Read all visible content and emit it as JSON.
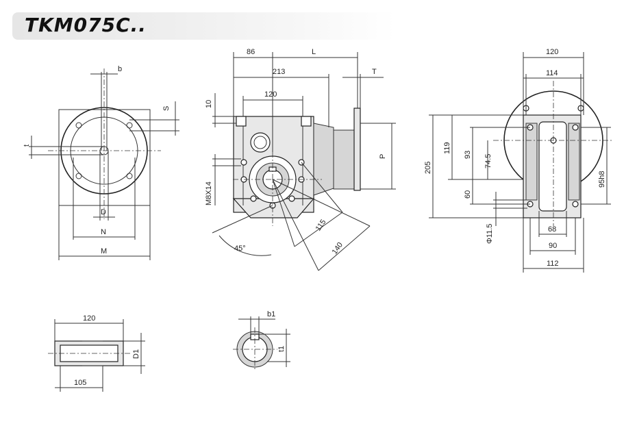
{
  "title": "TKM075C..",
  "left_view": {
    "b": "b",
    "S": "S",
    "t": "t",
    "D": "D",
    "N": "N",
    "M": "M"
  },
  "front_view": {
    "dim_86": "86",
    "L": "L",
    "dim_213": "213",
    "T": "T",
    "dim_120": "120",
    "dim_10": "10",
    "thread": "M8X14",
    "P": "P",
    "dim_115": "115",
    "dim_140": "140",
    "angle": "45°"
  },
  "right_view": {
    "dim_120": "120",
    "dim_114": "114",
    "dim_205": "205",
    "dim_119": "119",
    "dim_93": "93",
    "dim_74_5": "74.5",
    "dim_60": "60",
    "dim_95h8": "95h8",
    "hole": "Φ11.5",
    "dim_68": "68",
    "dim_90": "90",
    "dim_112": "112"
  },
  "shaft": {
    "dim_120": "120",
    "D1": "D1",
    "dim_105": "105"
  },
  "section": {
    "b1": "b1",
    "t1": "t1"
  }
}
